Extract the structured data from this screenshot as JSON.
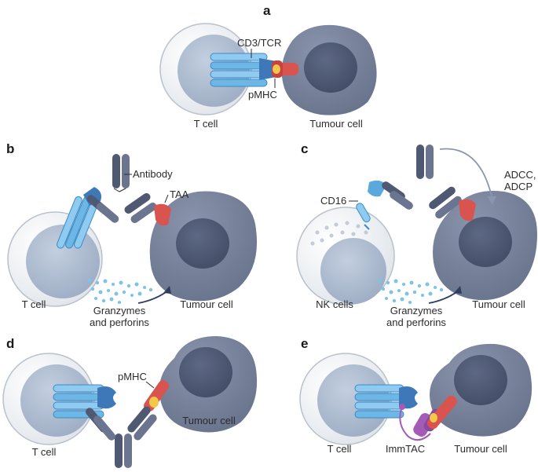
{
  "panels": {
    "a": {
      "letter": "a",
      "receptor_label": "CD3/TCR",
      "ligand_label": "pMHC",
      "effector_label": "T cell",
      "target_label": "Tumour cell"
    },
    "b": {
      "letter": "b",
      "antibody_label": "Antibody",
      "antigen_label": "TAA",
      "effector_label": "T cell",
      "target_label": "Tumour cell",
      "granule_label": "Granzymes\nand perforins"
    },
    "c": {
      "letter": "c",
      "receptor_label": "CD16",
      "mechanism_label": "ADCC,\nADCP",
      "effector_label": "NK cells",
      "target_label": "Tumour cell",
      "granule_label": "Granzymes\nand perforins"
    },
    "d": {
      "letter": "d",
      "ligand_label": "pMHC",
      "effector_label": "T cell",
      "target_label": "Tumour cell"
    },
    "e": {
      "letter": "e",
      "molecule_label": "ImmTAC",
      "effector_label": "T cell",
      "target_label": "Tumour cell"
    }
  },
  "colors": {
    "tcell_outer": "#e9edf2",
    "tcell_nucleus": "#a9b7cc",
    "tumour_body": "#6f7a93",
    "tumour_nucleus": "#4c5670",
    "receptor_blue": "#5aa9dd",
    "antibody_dark": "#4f5a72",
    "antigen_red": "#d9534f",
    "peptide_yellow": "#f2c84b",
    "immtac_purple": "#a35bb5",
    "granule_blue": "#7fc2e6"
  }
}
